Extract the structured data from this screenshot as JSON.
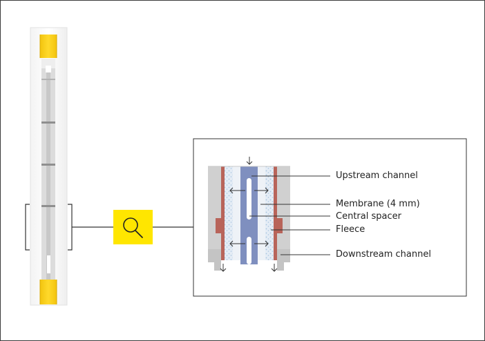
{
  "figure": {
    "labels": {
      "upstream_channel": "Upstream channel",
      "membrane": "Membrane (4 mm)",
      "central_spacer": "Central spacer",
      "fleece": "Fleece",
      "downstream_channel": "Downstream channel"
    },
    "icons": {
      "magnifier": "magnifier-icon",
      "flow_arrows": "arrow-icon"
    },
    "colors": {
      "cap_yellow": "#f7d21e",
      "magnifier_bg": "#ffe600",
      "membrane_blue": "#7f8fbf",
      "fleece_red": "#b8645a",
      "housing_gray": "#d0d0d0",
      "channel_light": "#dfe6f0",
      "speckle_blue": "#a8c4e0"
    }
  }
}
